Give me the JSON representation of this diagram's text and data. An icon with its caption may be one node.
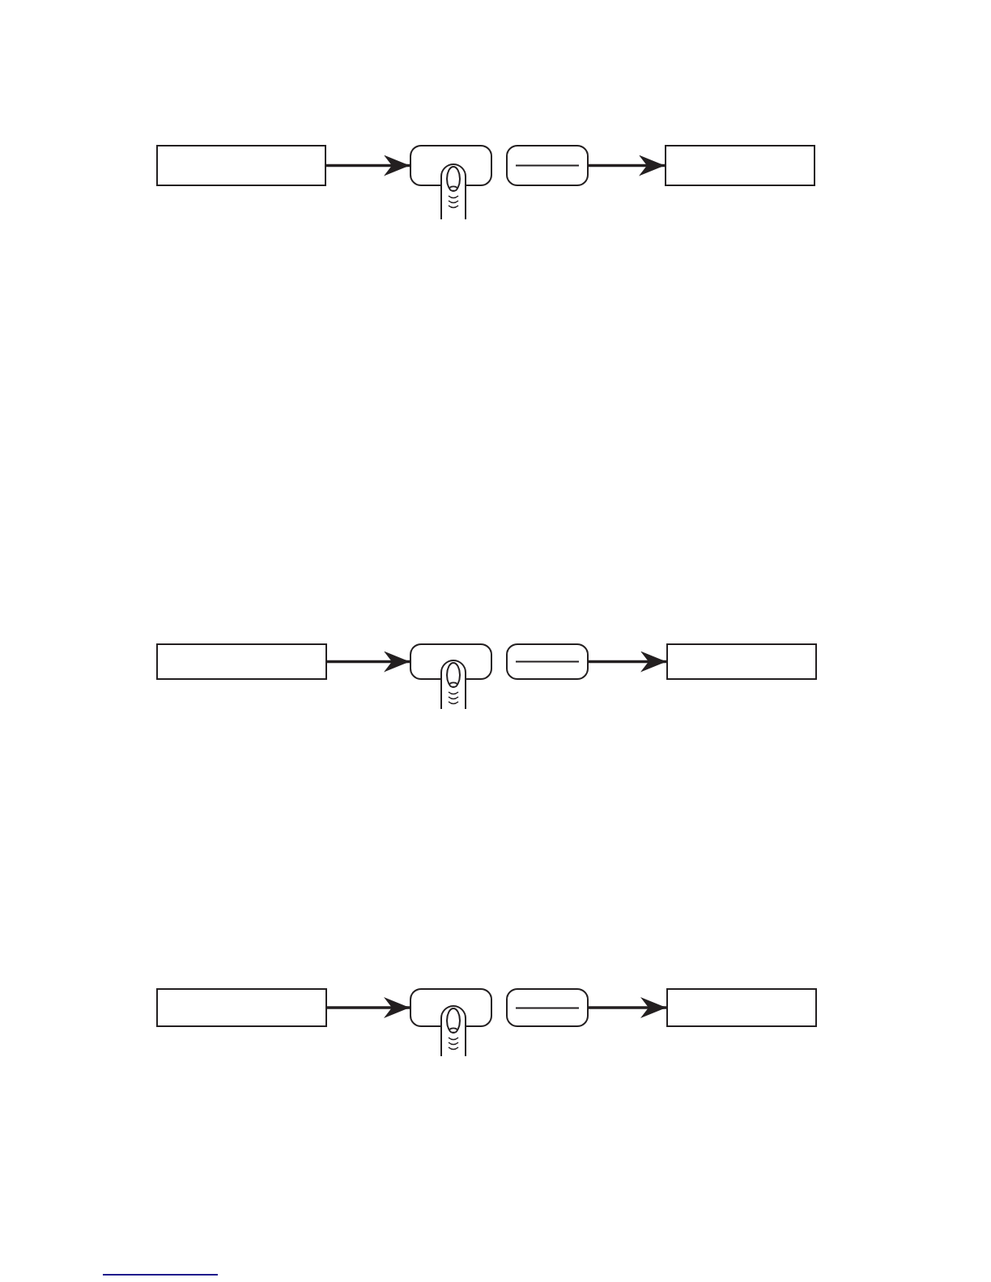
{
  "diagram": {
    "nodes": [
      {
        "text": [],
        "shape": "box"
      },
      {
        "text": [],
        "shape": "button"
      },
      {
        "text": [],
        "shape": "button"
      },
      {
        "text": [],
        "shape": "box"
      },
      {
        "text": [],
        "shape": "box"
      },
      {
        "text": [],
        "shape": "button"
      },
      {
        "text": [],
        "shape": "button"
      },
      {
        "text": [],
        "shape": "box"
      },
      {
        "text": [],
        "shape": "box"
      },
      {
        "text": [],
        "shape": "button"
      },
      {
        "text": [],
        "shape": "button"
      },
      {
        "text": [],
        "shape": "box"
      }
    ],
    "edges": [
      {
        "from": 0,
        "to": 1,
        "arrow": "to"
      },
      {
        "from": 2,
        "to": 3,
        "arrow": "to"
      },
      {
        "from": 4,
        "to": 5,
        "arrow": "to"
      },
      {
        "from": 6,
        "to": 7,
        "arrow": "to"
      },
      {
        "from": 8,
        "to": 9,
        "arrow": "to"
      },
      {
        "from": 10,
        "to": 11,
        "arrow": "to"
      }
    ]
  }
}
